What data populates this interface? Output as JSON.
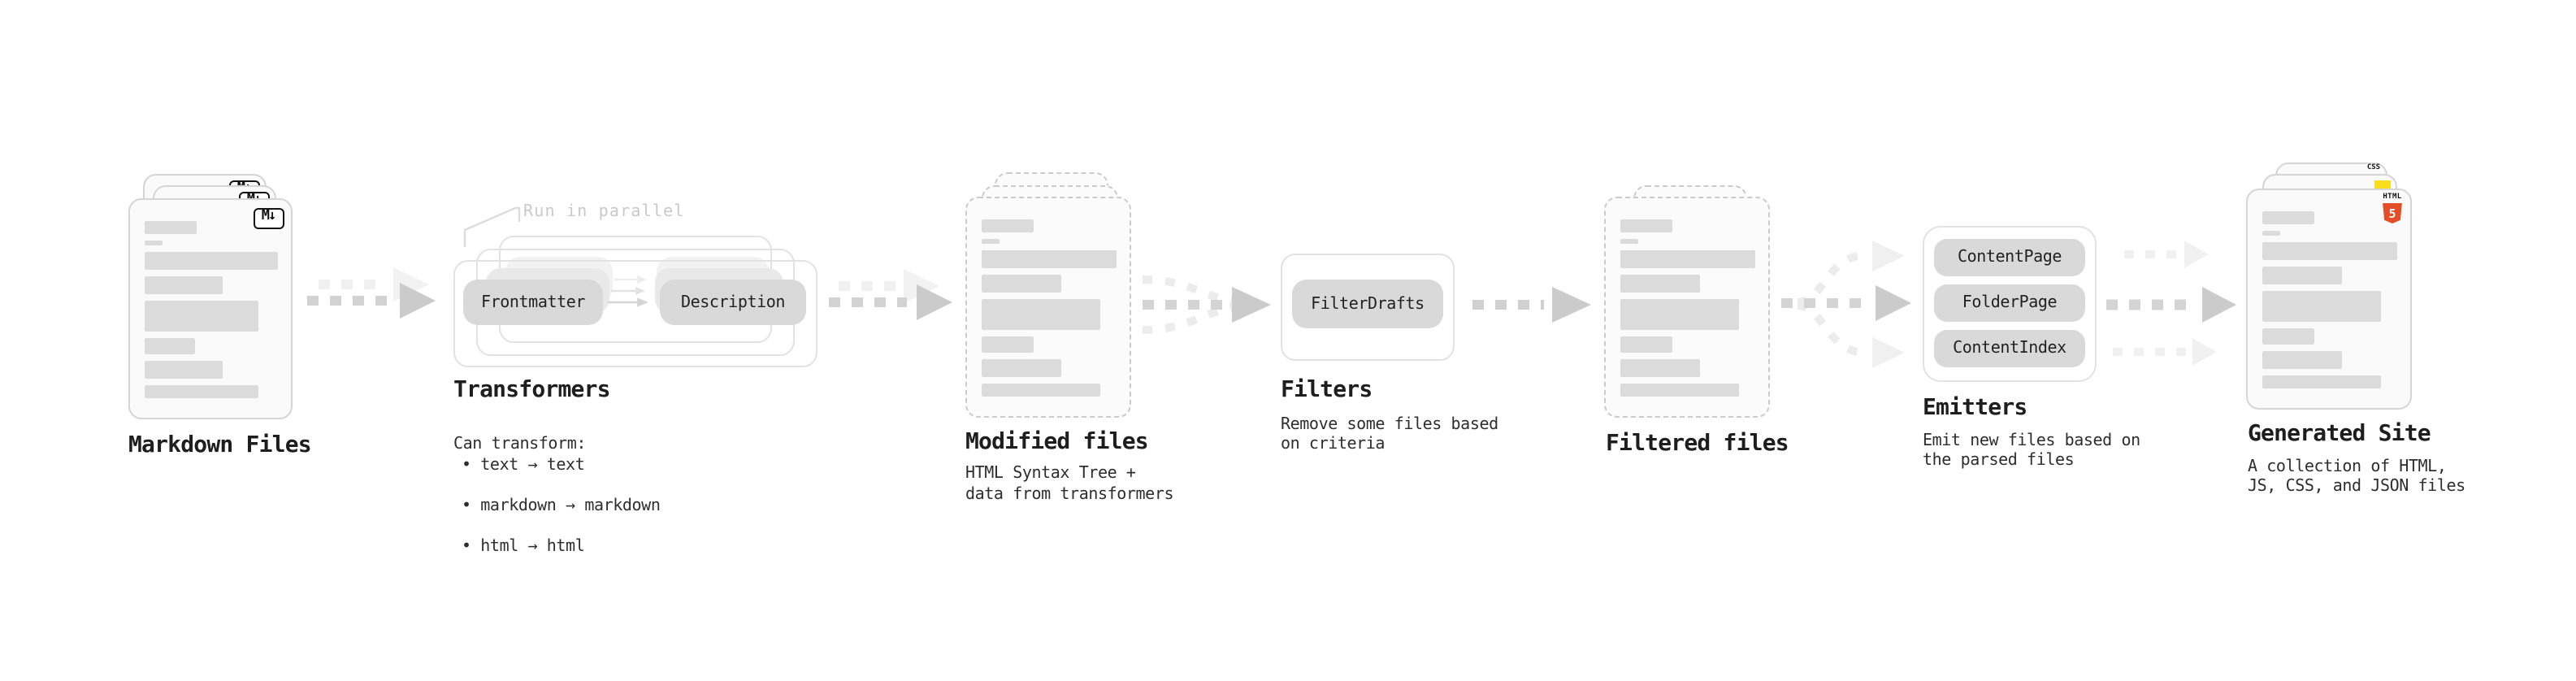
{
  "page": {
    "background": "#ffffff"
  },
  "sections": {
    "markdown_files": {
      "title": "Markdown Files",
      "badge": "M↓"
    },
    "transformers": {
      "title": "Transformers",
      "annotation": "Run in parallel",
      "pill_frontmatter": "Frontmatter",
      "pill_description": "Description",
      "subtitle": "Can transform:",
      "bullets": [
        "• text → text",
        "• markdown → markdown",
        "• html → html"
      ]
    },
    "modified_files": {
      "title": "Modified files",
      "subtitle": "HTML Syntax Tree +\ndata from transformers"
    },
    "filters": {
      "title": "Filters",
      "pill": "FilterDrafts",
      "subtitle": "Remove some files based\non criteria"
    },
    "filtered_files": {
      "title": "Filtered files"
    },
    "emitters": {
      "title": "Emitters",
      "pills": [
        "ContentPage",
        "FolderPage",
        "ContentIndex"
      ],
      "subtitle": "Emit new files based on\nthe parsed files"
    },
    "generated_site": {
      "title": "Generated Site",
      "subtitle": "A collection of HTML,\nJS, CSS, and JSON files",
      "css_icon_label": "CSS",
      "html5_icon_label": "HTML",
      "html5_icon_number": "5"
    }
  },
  "colors": {
    "html5_orange": "#e44d26",
    "js_yellow": "#f7df1e",
    "css_blue": "#2d6fe0",
    "pill_fill": "#d9d9d9",
    "doc_bar": "#dbdbdb",
    "arrow_gray": "#cfcfcf",
    "annotation_gray": "#c9c9c9"
  }
}
